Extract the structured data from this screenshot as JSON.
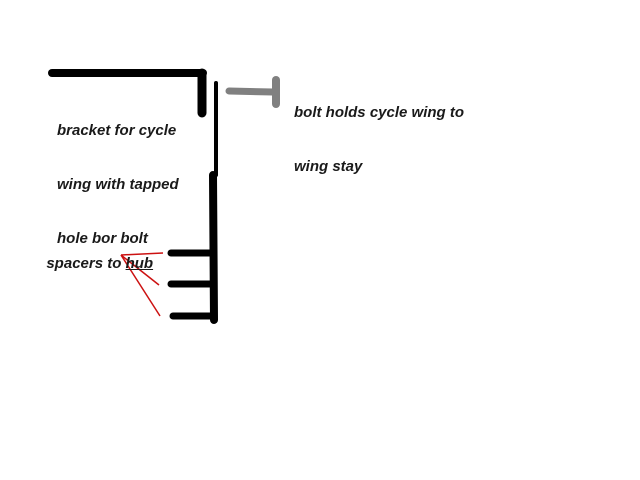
{
  "labels": {
    "bracket": {
      "line1": "bracket for cycle",
      "line2": "wing with tapped",
      "line3": "hole bor bolt"
    },
    "bolt": {
      "line1": "bolt holds cycle wing to",
      "line2": "wing stay"
    },
    "spacers": {
      "prefix": "spacers to ",
      "underlined": "hub"
    }
  },
  "colors": {
    "stroke": "#000000",
    "bolt": "#808080",
    "pointer": "#cc1111",
    "background": "#ffffff"
  }
}
